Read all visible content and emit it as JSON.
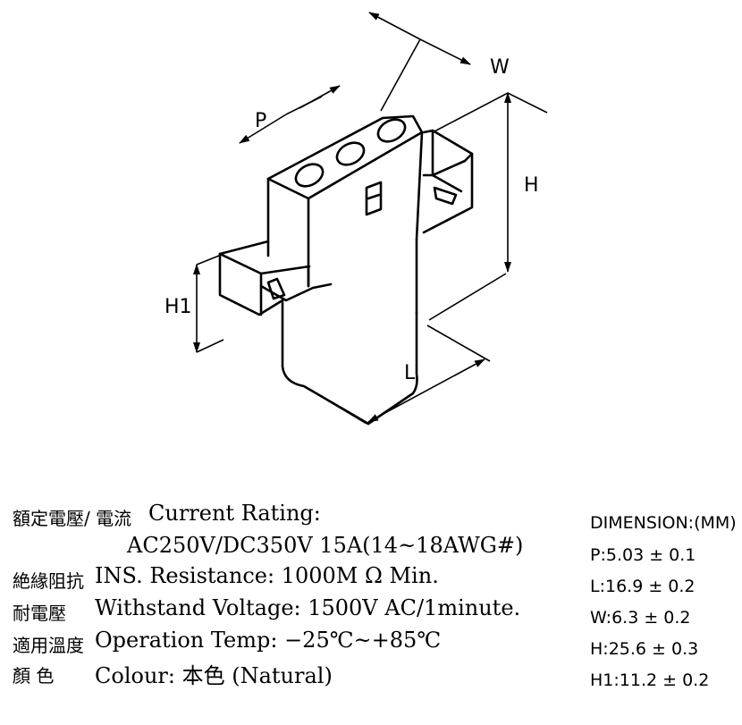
{
  "drawing": {
    "dimension_labels": {
      "w": "W",
      "p": "P",
      "h": "H",
      "h1": "H1",
      "l": "L"
    }
  },
  "specs": {
    "current": {
      "label": "額定電壓/ 電流",
      "title": "Current  Rating:",
      "value": "AC250V/DC350V  15A(14~18AWG#)"
    },
    "resistance": {
      "label": "絶緣阻抗",
      "text": "INS. Resistance: 1000M Ω Min."
    },
    "voltage": {
      "label": "耐電壓",
      "text": "Withstand  Voltage: 1500V  AC/1minute."
    },
    "temp": {
      "label": "適用溫度",
      "text": "Operation  Temp: −25℃~+85℃"
    },
    "colour": {
      "label": "顏      色",
      "text": "Colour: 本色 (Natural)"
    }
  },
  "dimensions": {
    "title": "DIMENSION:(MM)",
    "items": [
      "P:5.03 ± 0.1",
      "L:16.9 ± 0.2",
      "W:6.3 ± 0.2",
      "H:25.6 ± 0.3",
      "H1:11.2 ± 0.2"
    ]
  }
}
